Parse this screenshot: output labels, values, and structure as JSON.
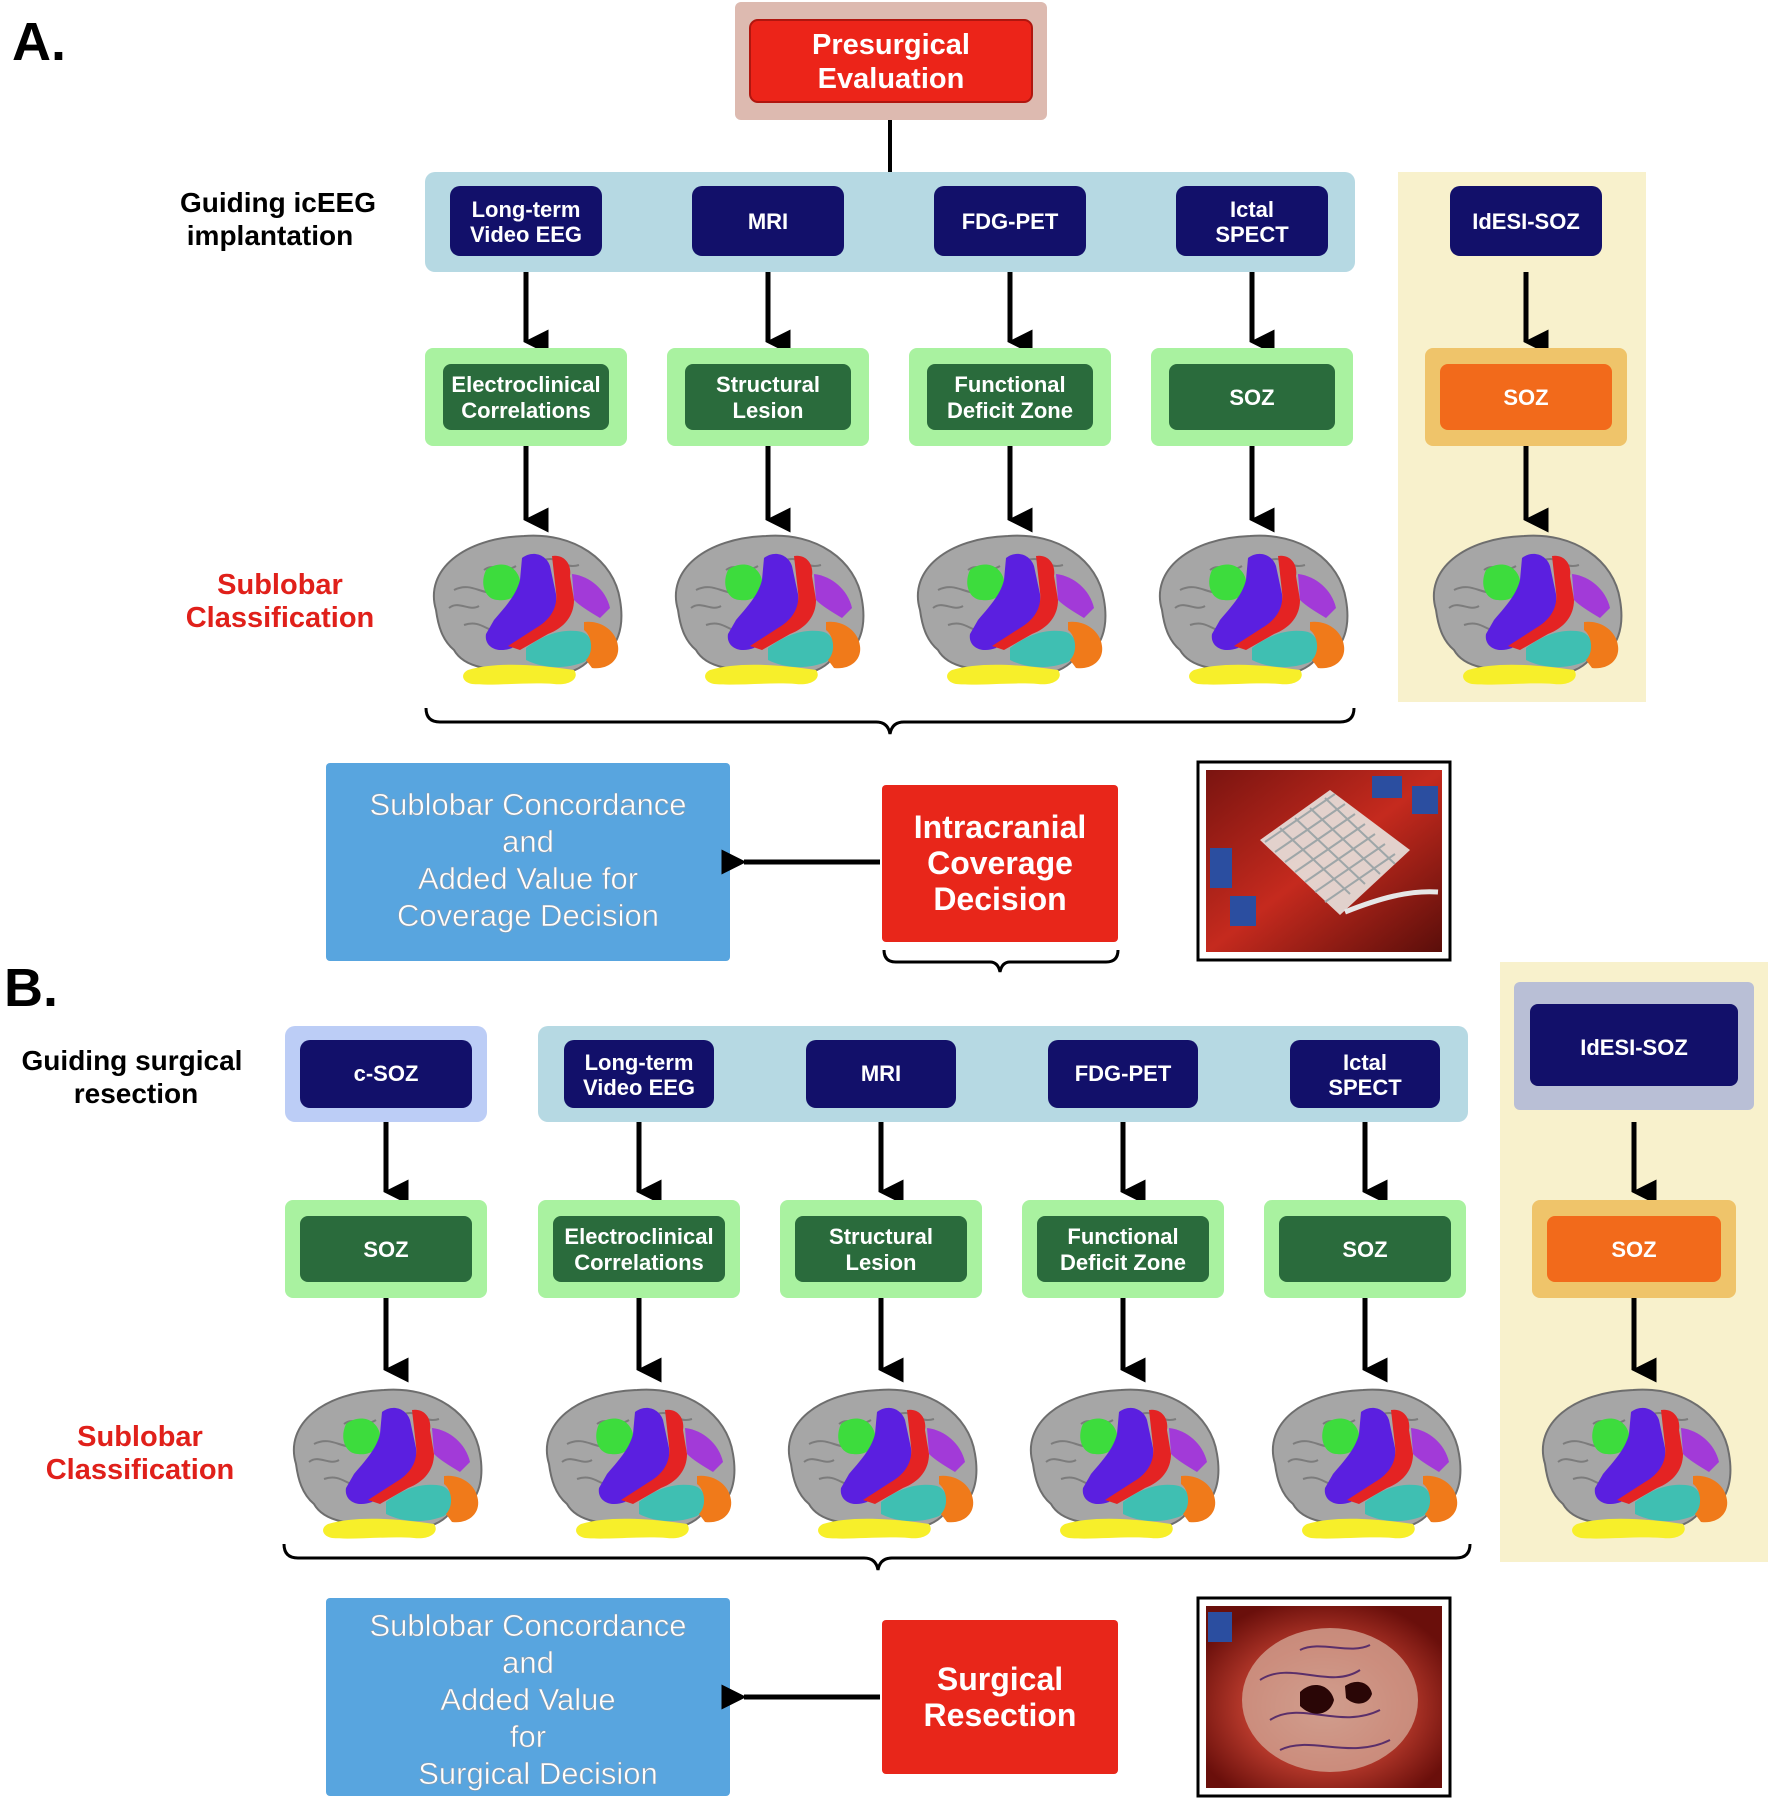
{
  "panel_a": {
    "letter": "A.",
    "top_box": [
      "Presurgical",
      "Evaluation"
    ],
    "guiding_label": [
      "Guiding icEEG",
      "implantation"
    ],
    "sublobar_label": [
      "Sublobar",
      "Classification"
    ],
    "modalities": [
      [
        "Long-term",
        "Video EEG"
      ],
      [
        "MRI"
      ],
      [
        "FDG-PET"
      ],
      [
        "Ictal",
        "SPECT"
      ]
    ],
    "outcomes": [
      [
        "Electroclinical",
        "Correlations"
      ],
      [
        "Structural",
        "Lesion"
      ],
      [
        "Functional",
        "Deficit Zone"
      ],
      [
        "SOZ"
      ]
    ],
    "esi_modality": [
      "IdESI-SOZ"
    ],
    "esi_outcome": [
      "SOZ"
    ],
    "concordance_box": [
      "Sublobar Concordance",
      "and",
      "Added Value for",
      "Coverage Decision"
    ],
    "decision_box": [
      "Intracranial",
      "Coverage",
      "Decision"
    ]
  },
  "panel_b": {
    "letter": "B.",
    "guiding_label": [
      "Guiding surgical",
      "resection"
    ],
    "sublobar_label": [
      "Sublobar",
      "Classification"
    ],
    "csoz_modality": [
      "c-SOZ"
    ],
    "csoz_outcome": [
      "SOZ"
    ],
    "modalities": [
      [
        "Long-term",
        "Video EEG"
      ],
      [
        "MRI"
      ],
      [
        "FDG-PET"
      ],
      [
        "Ictal",
        "SPECT"
      ]
    ],
    "outcomes": [
      [
        "Electroclinical",
        "Correlations"
      ],
      [
        "Structural",
        "Lesion"
      ],
      [
        "Functional",
        "Deficit Zone"
      ],
      [
        "SOZ"
      ]
    ],
    "esi_modality": [
      "IdESI-SOZ"
    ],
    "esi_outcome": [
      "SOZ"
    ],
    "concordance_box": [
      "Sublobar Concordance",
      "and",
      "Added Value",
      "for",
      "Surgical Decision"
    ],
    "decision_box": [
      "Surgical",
      "Resection"
    ]
  },
  "colors": {
    "modality_fill": "#12106a",
    "outcome_fill": "#2a6b3c",
    "outcome_bg": "#a9f2a0",
    "esi_fill": "#f26a1b",
    "esi_bg": "#efc46a",
    "modality_band": "#b6d9e3",
    "esi_panel": "#f8f1cc",
    "red": "#e8261a",
    "concordance_blue": "#58a5df"
  }
}
